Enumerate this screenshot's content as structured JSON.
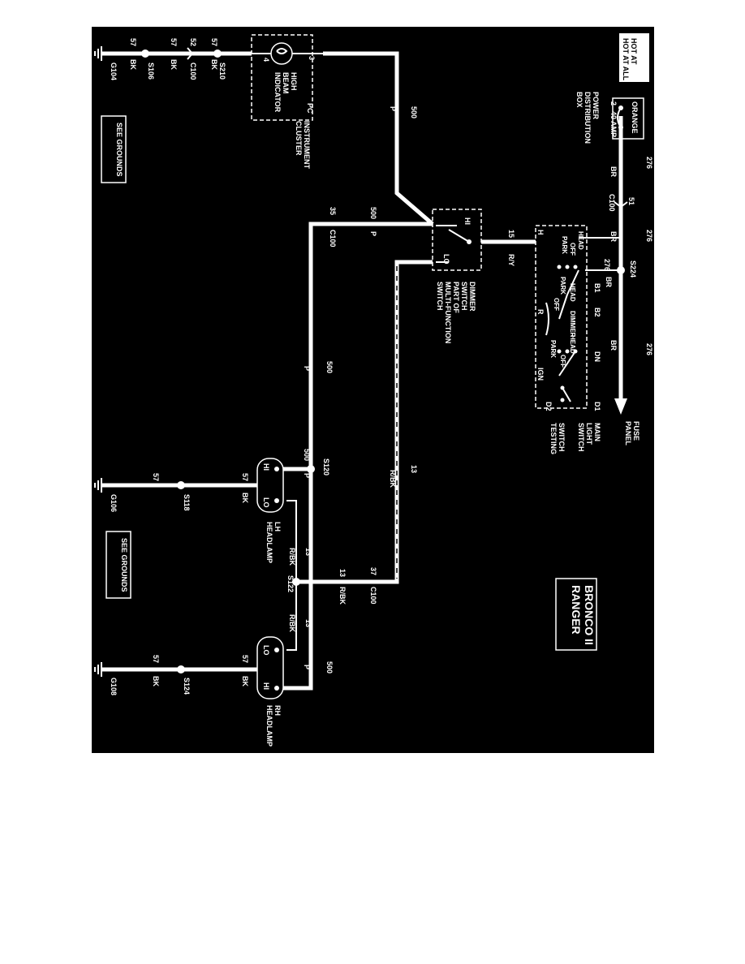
{
  "title": {
    "line1": "BRONCO II",
    "line2": "RANGER"
  },
  "power": {
    "hot_at_all_times": "HOT AT ALL TIMES",
    "fuse_color": "ORANGE",
    "fuse_num": "2",
    "fuse_amp": "40 AMP",
    "pdb_label": "POWER DISTRIBUTION BOX"
  },
  "wires": {
    "w276": "276",
    "br": "BR",
    "w51": "51",
    "c100": "C100",
    "s224": "S224",
    "w500": "500",
    "p": "P",
    "w35": "35",
    "w15": "15",
    "ry": "R/Y",
    "w13": "13",
    "rbk": "R/BK",
    "w37": "37",
    "w57": "57",
    "bk": "BK",
    "w52": "52"
  },
  "main_switch": {
    "label": "MAIN LIGHT SWITCH",
    "testing": "SWITCH TESTING",
    "fuse_panel": "FUSE PANEL",
    "b1": "B1",
    "b2": "B2",
    "d1": "D1",
    "d2": "D2",
    "h": "H",
    "r": "R",
    "i": "I",
    "head": "HEAD",
    "off": "OFF",
    "park": "PARK",
    "dimmer": "DIMMER",
    "ign": "IGN",
    "dn": "DN"
  },
  "dimmer": {
    "label": "DIMMER SWITCH PART OF MULTI-FUNCTION SWITCH",
    "hi": "HI",
    "lo": "LO"
  },
  "cluster": {
    "label": "INSTRUMENT CLUSTER",
    "pc": "PC",
    "indicator": "HIGH BEAM INDICATOR",
    "pin3": "3",
    "pin4": "4"
  },
  "splices": {
    "s120": "S120",
    "s122": "S122",
    "s210": "S210",
    "s106": "S106",
    "s118": "S118",
    "s124": "S124"
  },
  "grounds": {
    "g104": "G104",
    "g106": "G106",
    "g108": "G108",
    "see": "SEE GROUNDS"
  },
  "lamps": {
    "lh": "LH HEADLAMP",
    "rh": "RH HEADLAMP",
    "hi": "HI",
    "lo": "LO"
  }
}
